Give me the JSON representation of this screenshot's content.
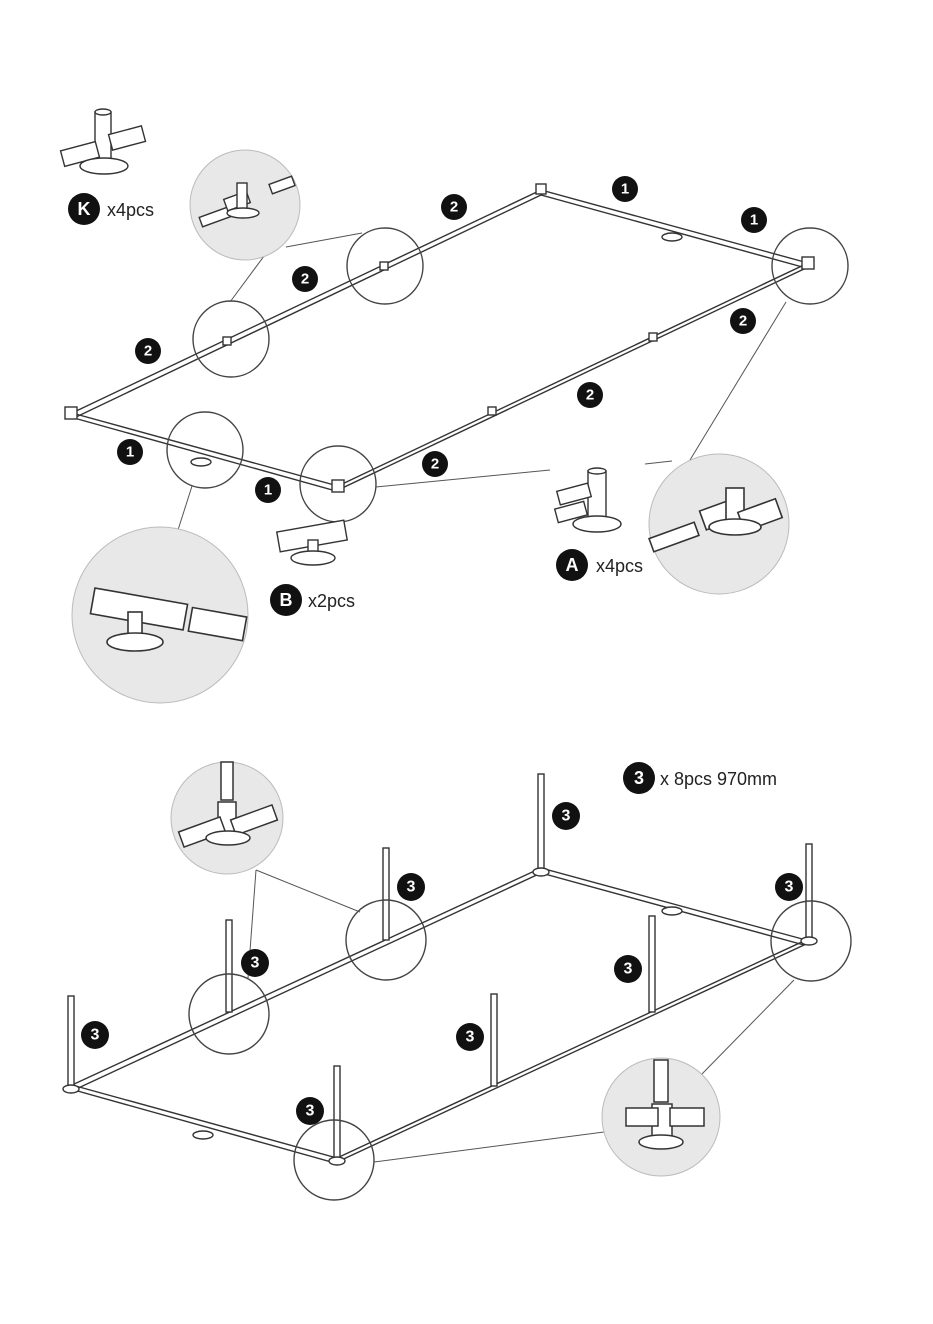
{
  "colors": {
    "line": "#333333",
    "badge": "#111111",
    "detail_fill": "#e8e8e8",
    "leader": "#555555"
  },
  "parts": {
    "K": {
      "letter": "K",
      "qty": "x4pcs"
    },
    "A": {
      "letter": "A",
      "qty": "x4pcs"
    },
    "B": {
      "letter": "B",
      "qty": "x2pcs"
    },
    "pole": {
      "number": "3",
      "qty": "x  8pcs 970mm"
    }
  },
  "step_labels": {
    "one": "1",
    "two": "2",
    "three": "3"
  },
  "icons": [
    "tee-connector-icon",
    "corner-connector-icon",
    "base-connector-icon",
    "tube-icon"
  ]
}
